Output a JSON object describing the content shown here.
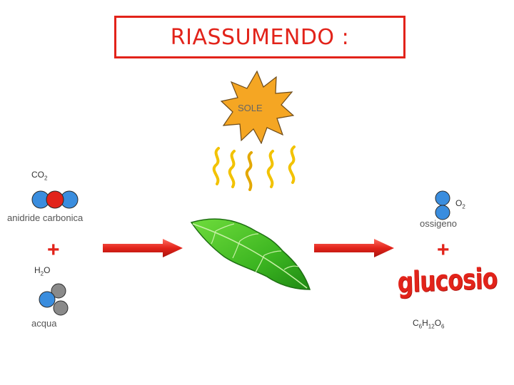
{
  "title": "RIASSUMENDO :",
  "sun": {
    "label": "SOLE"
  },
  "reactants": {
    "co2": {
      "formula_main": "CO",
      "formula_sub": "2",
      "name": "anidride carbonica"
    },
    "h2o": {
      "formula_h": "H",
      "formula_sub": "2",
      "formula_o": "O",
      "name": "acqua"
    },
    "plus": "+"
  },
  "products": {
    "o2": {
      "formula_main": "O",
      "formula_sub": "2",
      "name": "ossigeno"
    },
    "glucose": {
      "name": "glucosio",
      "c": "C",
      "c_sub": "6",
      "h": "H",
      "h_sub": "12",
      "o": "O",
      "o_sub": "6"
    },
    "plus": "+"
  },
  "colors": {
    "title": "#e2231a",
    "arrow": "#e2231a",
    "sun_fill": "#f5a623",
    "sun_rays": "#f2c200",
    "oxygen_atom": "#e2231a",
    "carbon_atom": "#3a8dde",
    "hydrogen_atom": "#8a8a8a",
    "leaf": "#3cb521"
  },
  "icons": [
    "sun-icon",
    "sun-rays-icon",
    "leaf-icon",
    "arrow-icon",
    "molecule-icon"
  ]
}
